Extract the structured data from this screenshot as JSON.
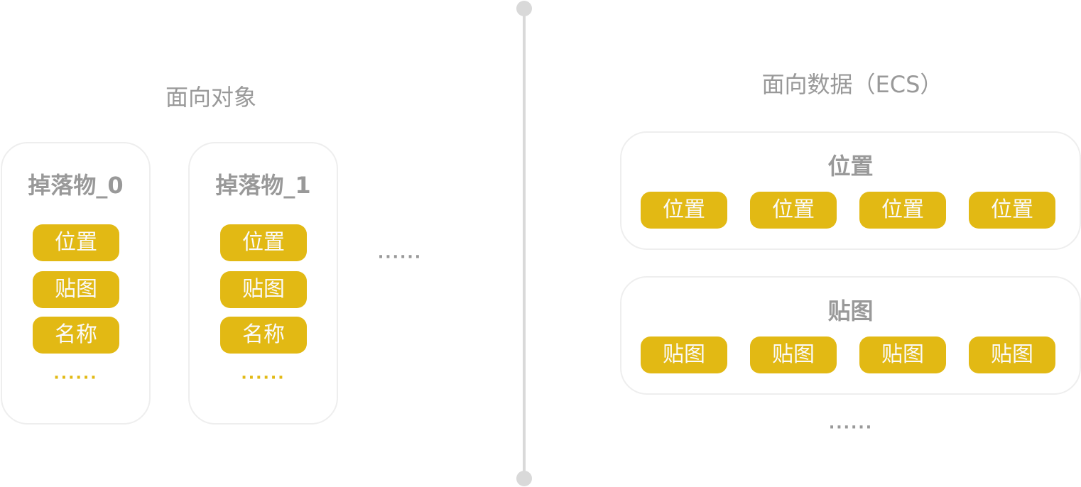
{
  "left": {
    "title": "面向对象",
    "objects": [
      {
        "name": "掉落物_0",
        "components": [
          "位置",
          "贴图",
          "名称"
        ],
        "more": "······"
      },
      {
        "name": "掉落物_1",
        "components": [
          "位置",
          "贴图",
          "名称"
        ],
        "more": "······"
      }
    ],
    "more": "······"
  },
  "right": {
    "title": "面向数据（ECS）",
    "groups": [
      {
        "name": "位置",
        "items": [
          "位置",
          "位置",
          "位置",
          "位置"
        ]
      },
      {
        "name": "贴图",
        "items": [
          "贴图",
          "贴图",
          "贴图",
          "贴图"
        ]
      }
    ],
    "more": "······"
  },
  "colors": {
    "accent": "#E2B914",
    "text": "#999999",
    "divider": "#d9d9d9"
  }
}
